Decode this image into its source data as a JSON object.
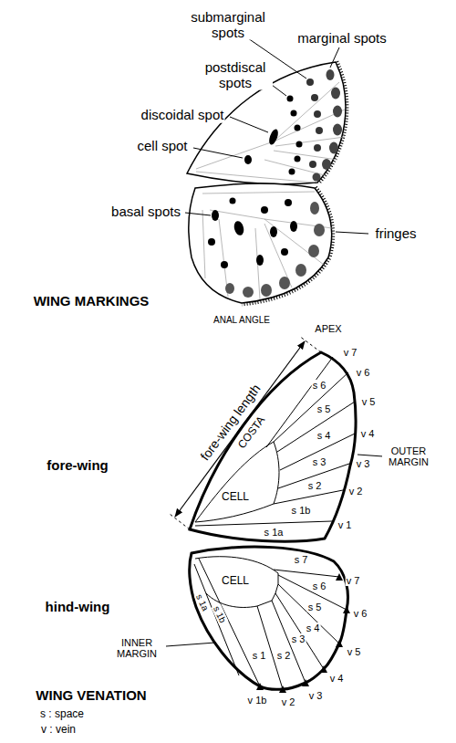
{
  "diagram": {
    "labels": [
      "submarginal spots",
      "marginal spots",
      "postdiscal spots",
      "discoidal spot",
      "cell spot",
      "basal spots",
      "fringes",
      "WING MARKINGS",
      "ANAL ANGLE",
      "APEX",
      "fore-wing length",
      "COSTA",
      "v 7",
      "s 6",
      "v 6",
      "s 5",
      "v 5",
      "OUTER MARGIN",
      "s 4",
      "v 4",
      "CELL",
      "s 3",
      "v 3",
      "s 2",
      "v 2",
      "s 1b",
      "s 1a",
      "v 1",
      "fore-wing",
      "s 7",
      "v 7",
      "s 6",
      "v 6",
      "hind-wing",
      "CELL",
      "s 5",
      "s 1a",
      "s 1b",
      "v 5",
      "INNER MARGIN",
      "s 4",
      "v 4",
      "s 1",
      "s 2",
      "s 3",
      "v 1b",
      "v 2",
      "v 3",
      "WING VENATION",
      "s : space",
      "v : vein"
    ]
  }
}
